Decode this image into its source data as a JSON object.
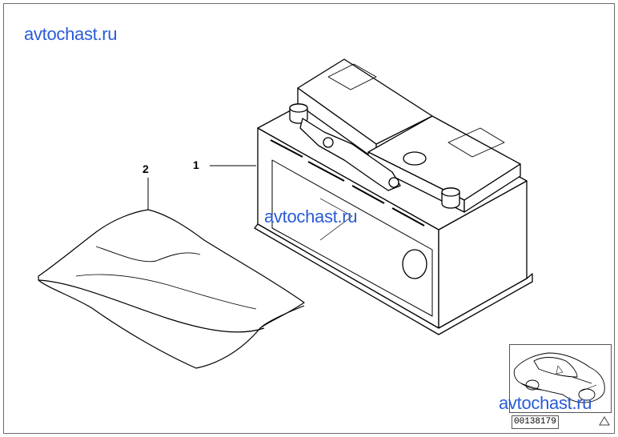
{
  "watermark": {
    "text": "avtochast.ru",
    "color": "#2a5bd7"
  },
  "callouts": {
    "part1": "1",
    "part2": "2"
  },
  "thumbnail": {
    "code": "00138179",
    "icon": "car-thumbnail-icon"
  },
  "icons": {
    "triangle": "triangle-marker-icon"
  }
}
